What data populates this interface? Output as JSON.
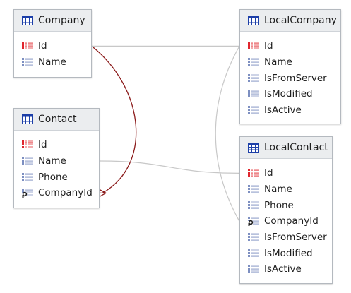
{
  "colors": {
    "table_icon": "#1d3fa8",
    "pk_row": "#e0262e",
    "column_row": "#7d8fc1",
    "fk_key": "#1b1b1b",
    "relationship_line": "#8b1a1a",
    "mapping_line": "#c8c8c8"
  },
  "entities": [
    {
      "id": "company",
      "title": "Company",
      "icon": "table-icon",
      "fields": [
        {
          "name": "Id",
          "icon": "primary-key-column-icon"
        },
        {
          "name": "Name",
          "icon": "column-icon"
        }
      ]
    },
    {
      "id": "contact",
      "title": "Contact",
      "icon": "table-icon",
      "fields": [
        {
          "name": "Id",
          "icon": "primary-key-column-icon"
        },
        {
          "name": "Name",
          "icon": "column-icon"
        },
        {
          "name": "Phone",
          "icon": "column-icon"
        },
        {
          "name": "CompanyId",
          "icon": "foreign-key-column-icon"
        }
      ]
    },
    {
      "id": "localcompany",
      "title": "LocalCompany",
      "icon": "table-icon",
      "fields": [
        {
          "name": "Id",
          "icon": "primary-key-column-icon"
        },
        {
          "name": "Name",
          "icon": "column-icon"
        },
        {
          "name": "IsFromServer",
          "icon": "column-icon"
        },
        {
          "name": "IsModified",
          "icon": "column-icon"
        },
        {
          "name": "IsActive",
          "icon": "column-icon"
        }
      ]
    },
    {
      "id": "localcontact",
      "title": "LocalContact",
      "icon": "table-icon",
      "fields": [
        {
          "name": "Id",
          "icon": "primary-key-column-icon"
        },
        {
          "name": "Name",
          "icon": "column-icon"
        },
        {
          "name": "Phone",
          "icon": "column-icon"
        },
        {
          "name": "CompanyId",
          "icon": "foreign-key-column-icon"
        },
        {
          "name": "IsFromServer",
          "icon": "column-icon"
        },
        {
          "name": "IsModified",
          "icon": "column-icon"
        },
        {
          "name": "IsActive",
          "icon": "column-icon"
        }
      ]
    }
  ],
  "connectors": [
    {
      "id": "company-contact-relationship",
      "kind": "relationship",
      "from": "company.Id",
      "to": "contact.CompanyId"
    },
    {
      "id": "company-to-localcompany",
      "kind": "mapping",
      "from": "company.Id",
      "to": "localcompany.Id"
    },
    {
      "id": "contact-to-localcontact",
      "kind": "mapping",
      "from": "contact.Name",
      "to": "localcontact.Id"
    },
    {
      "id": "localcompany-localcontact-relationship",
      "kind": "mapping",
      "from": "localcompany.Id",
      "to": "localcontact.CompanyId"
    }
  ]
}
